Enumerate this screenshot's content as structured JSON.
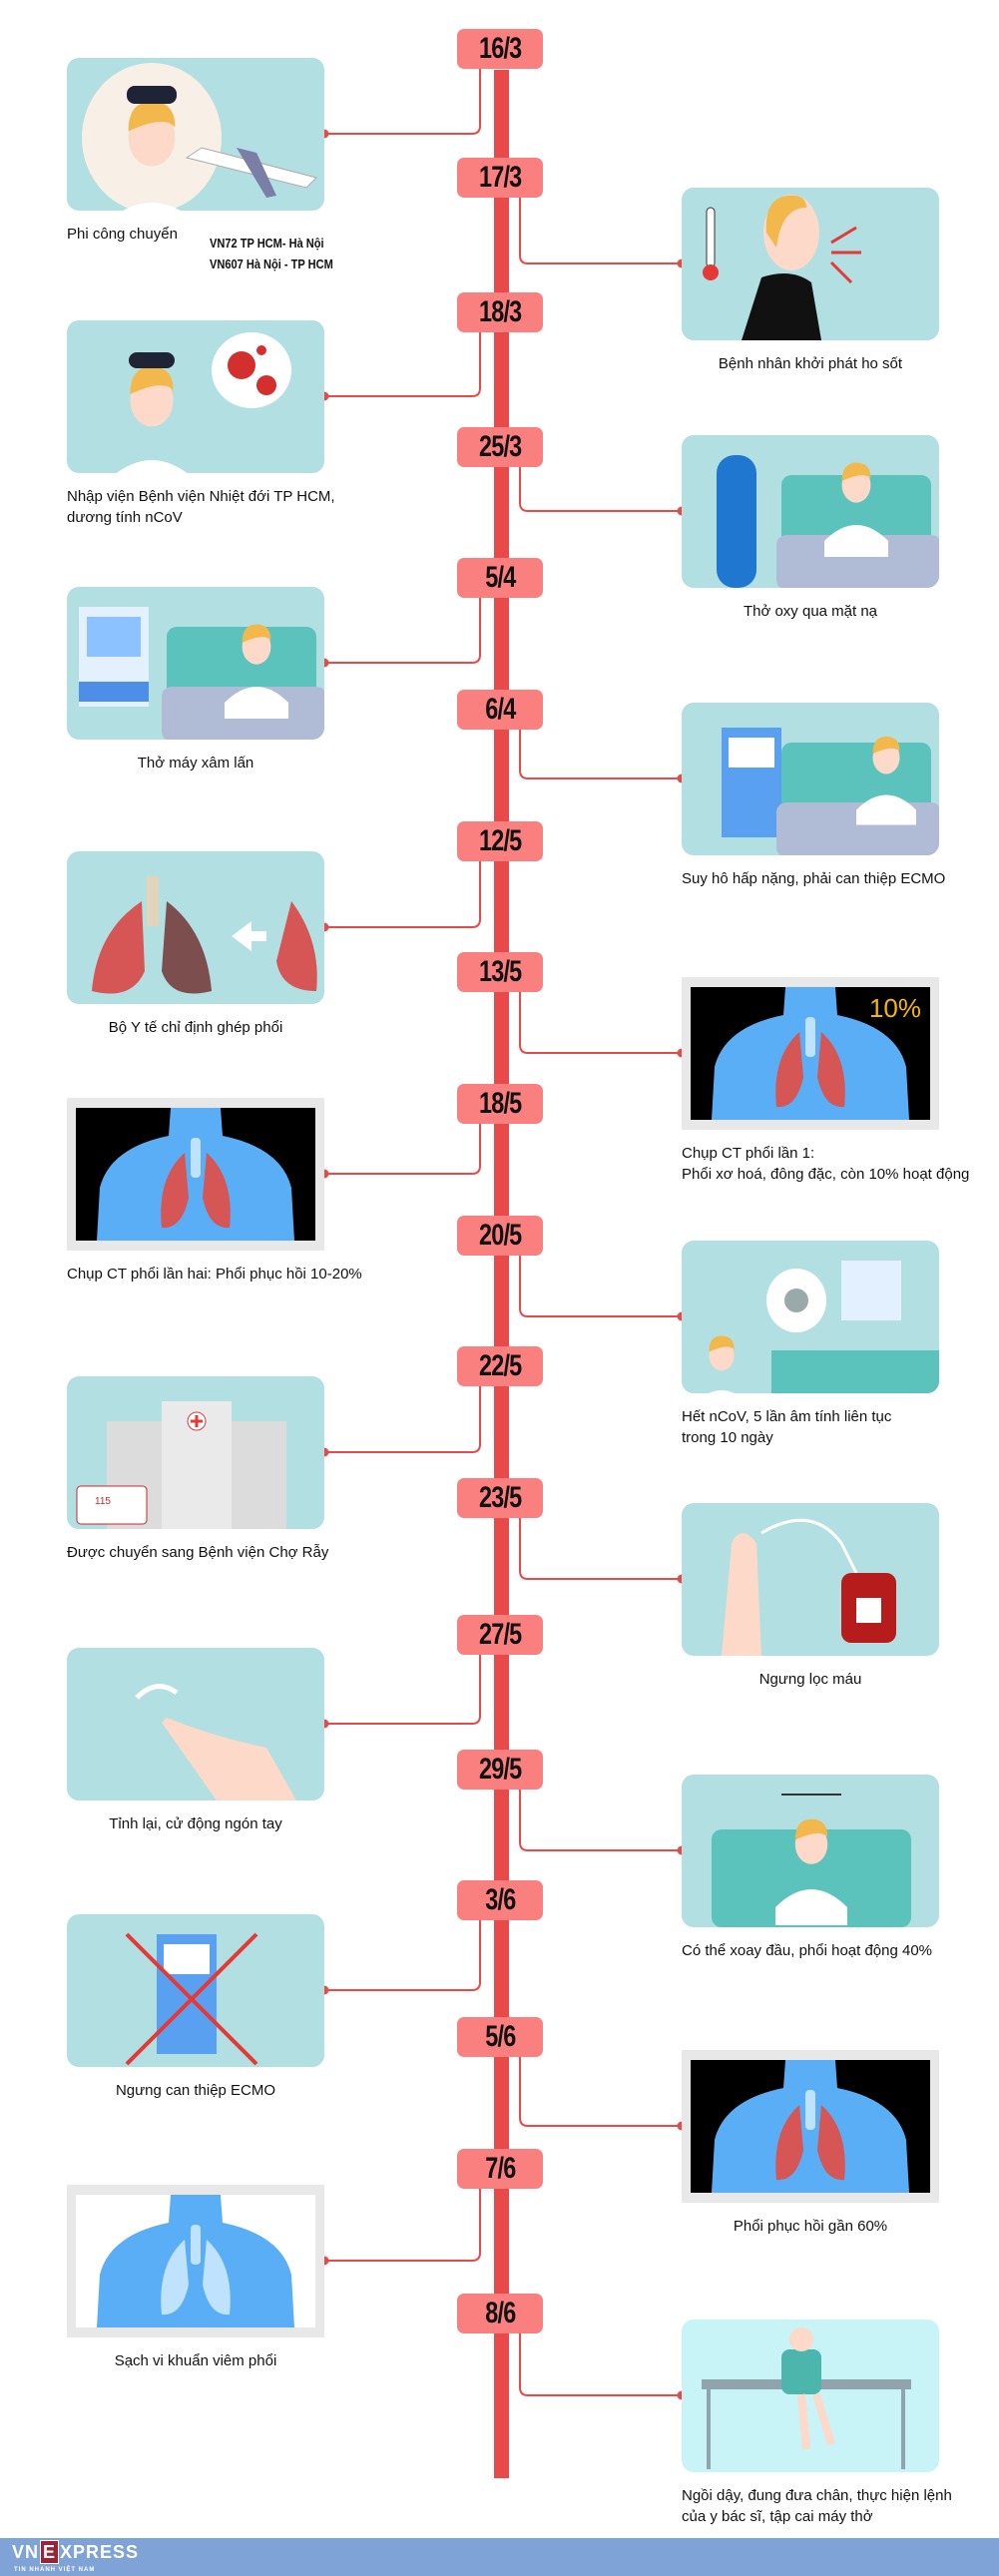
{
  "colors": {
    "line": "#e84a4a",
    "date_box": "#fa8080",
    "card_bg": "#b2dfe2",
    "footer": "#7fa3d6"
  },
  "events": [
    {
      "date": "16/3",
      "side": "left",
      "art": "pilot-plane",
      "caption": [
        "Phi công chuyển"
      ],
      "routes": [
        "VN72 TP HCM- Hà Nội",
        "VN607 Hà Nội - TP HCM"
      ]
    },
    {
      "date": "17/3",
      "side": "right",
      "art": "cough",
      "caption": [
        "Bệnh nhân khởi phát ho sốt"
      ]
    },
    {
      "date": "18/3",
      "side": "left",
      "art": "pilot-virus",
      "caption": [
        "Nhập viện Bệnh viện Nhiệt đới TP HCM,",
        "dương tính nCoV"
      ]
    },
    {
      "date": "25/3",
      "side": "right",
      "art": "oxygen",
      "caption": [
        "Thở oxy qua mặt nạ"
      ]
    },
    {
      "date": "5/4",
      "side": "left",
      "art": "ventilator",
      "caption": [
        "Thở máy xâm lấn"
      ]
    },
    {
      "date": "6/4",
      "side": "right",
      "art": "ecmo",
      "caption": [
        "Suy hô hấp nặng, phải can thiệp ECMO"
      ]
    },
    {
      "date": "12/5",
      "side": "left",
      "art": "lungs",
      "caption": [
        "Bộ Y tế chỉ định ghép phổi"
      ]
    },
    {
      "date": "13/5",
      "side": "right",
      "art": "ct",
      "ct_label": "10%",
      "caption": [
        "Chụp CT phổi lần 1:",
        "Phổi xơ hoá, đông đặc, còn 10% hoạt động"
      ]
    },
    {
      "date": "18/5",
      "side": "left",
      "art": "ct",
      "caption": [
        "Chụp CT phổi lần hai: Phổi phục hồi 10-20%"
      ]
    },
    {
      "date": "20/5",
      "side": "right",
      "art": "bed-virus",
      "caption": [
        "Hết nCoV, 5 lần âm tính liên tục",
        "trong 10 ngày"
      ]
    },
    {
      "date": "22/5",
      "side": "left",
      "art": "hospital",
      "ambulance_label": "115",
      "caption": [
        "Được chuyển sang Bệnh viện Chợ Rẫy"
      ]
    },
    {
      "date": "23/5",
      "side": "right",
      "art": "blood",
      "caption": [
        "Ngưng lọc máu"
      ]
    },
    {
      "date": "27/5",
      "side": "left",
      "art": "finger",
      "caption": [
        "Tỉnh lại, cử động ngón tay"
      ]
    },
    {
      "date": "29/5",
      "side": "right",
      "art": "head-turn",
      "caption": [
        "Có thể xoay đầu, phổi hoạt động 40%"
      ]
    },
    {
      "date": "3/6",
      "side": "left",
      "art": "ecmo-stop",
      "caption": [
        "Ngưng can thiệp ECMO"
      ]
    },
    {
      "date": "5/6",
      "side": "right",
      "art": "ct",
      "caption": [
        "Phổi phục hồi gần 60%"
      ]
    },
    {
      "date": "7/6",
      "side": "left",
      "art": "ct-clear",
      "caption": [
        "Sạch vi khuẩn viêm phổi"
      ]
    },
    {
      "date": "8/6",
      "side": "right",
      "art": "sitting",
      "caption": [
        "Ngồi dậy, đung đưa chân, thực hiện lệnh",
        "của y bác sĩ, tập cai máy thở"
      ]
    }
  ],
  "footer": {
    "logo_vn": "VN",
    "logo_e": "E",
    "logo_rest": "XPRESS",
    "logo_tagline": "TIN NHANH VIỆT NAM"
  }
}
